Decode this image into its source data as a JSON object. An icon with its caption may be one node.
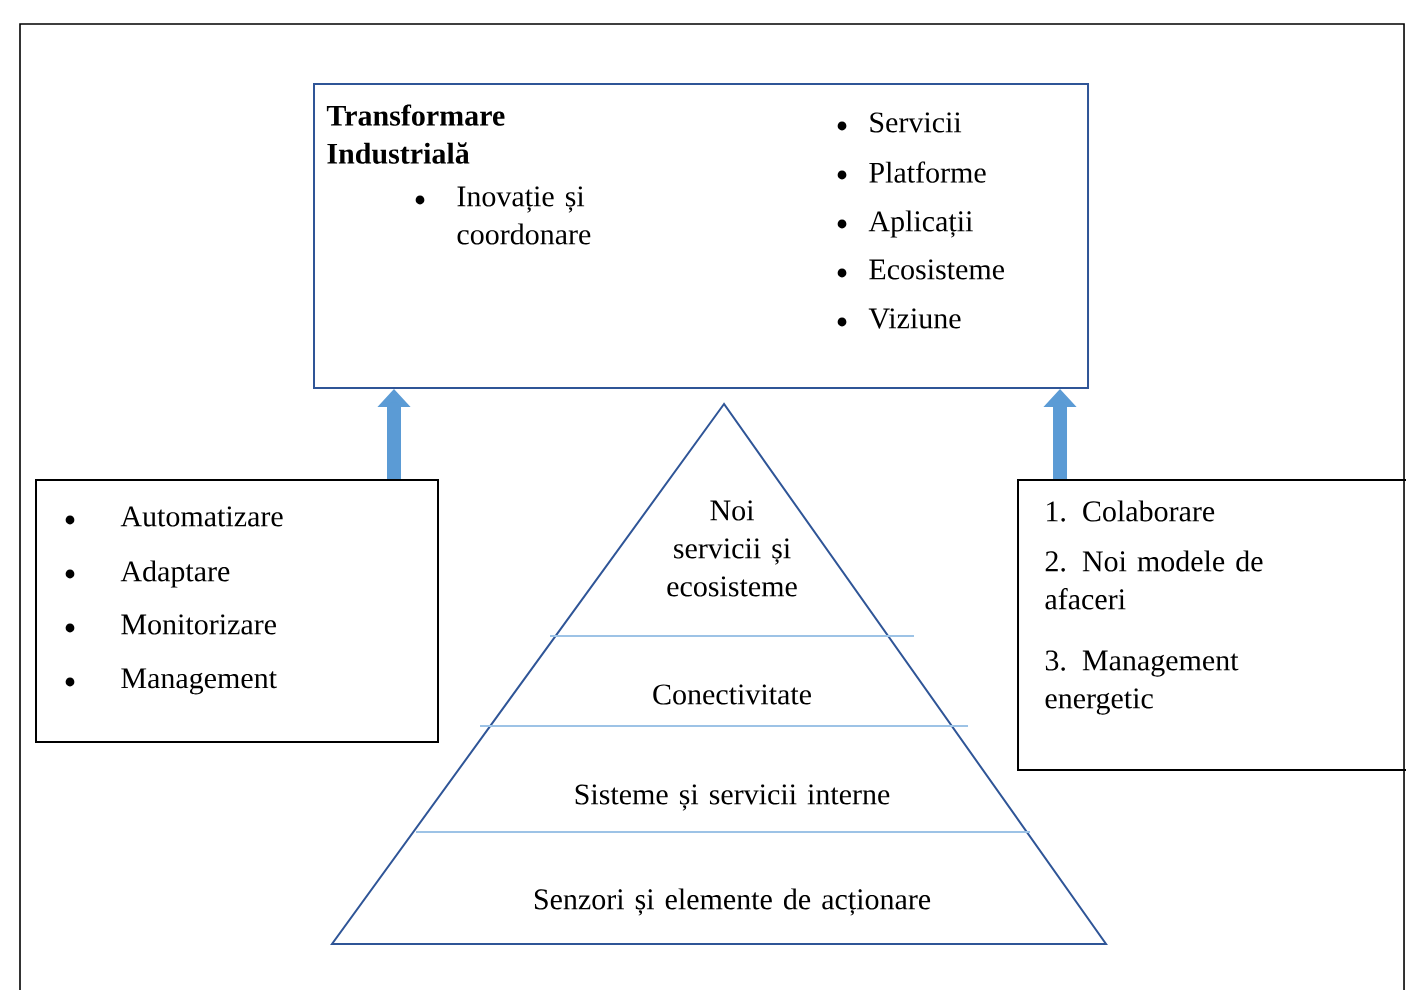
{
  "diagram": {
    "nodes": [
      {
        "text": [
          "Transformare Industrială",
          "Inovație și coordonare",
          "Servicii",
          "Platforme",
          "Aplicații",
          "Ecosisteme",
          "Viziune"
        ]
      },
      {
        "text": [
          "Automatizare",
          "Adaptare",
          "Monitorizare",
          "Management"
        ]
      },
      {
        "text": [
          "Noi servicii și ecosisteme",
          "Conectivitate",
          "Sisteme și servicii interne",
          "Senzori și elemente de acționare"
        ]
      },
      {
        "text": [
          "1. Colaborare",
          "2. Noi modele de afaceri",
          "3. Management energetic"
        ]
      }
    ],
    "edges": [
      {
        "from": 1,
        "to": 0,
        "arrow": "to"
      },
      {
        "from": 3,
        "to": 0,
        "arrow": "to"
      }
    ]
  }
}
